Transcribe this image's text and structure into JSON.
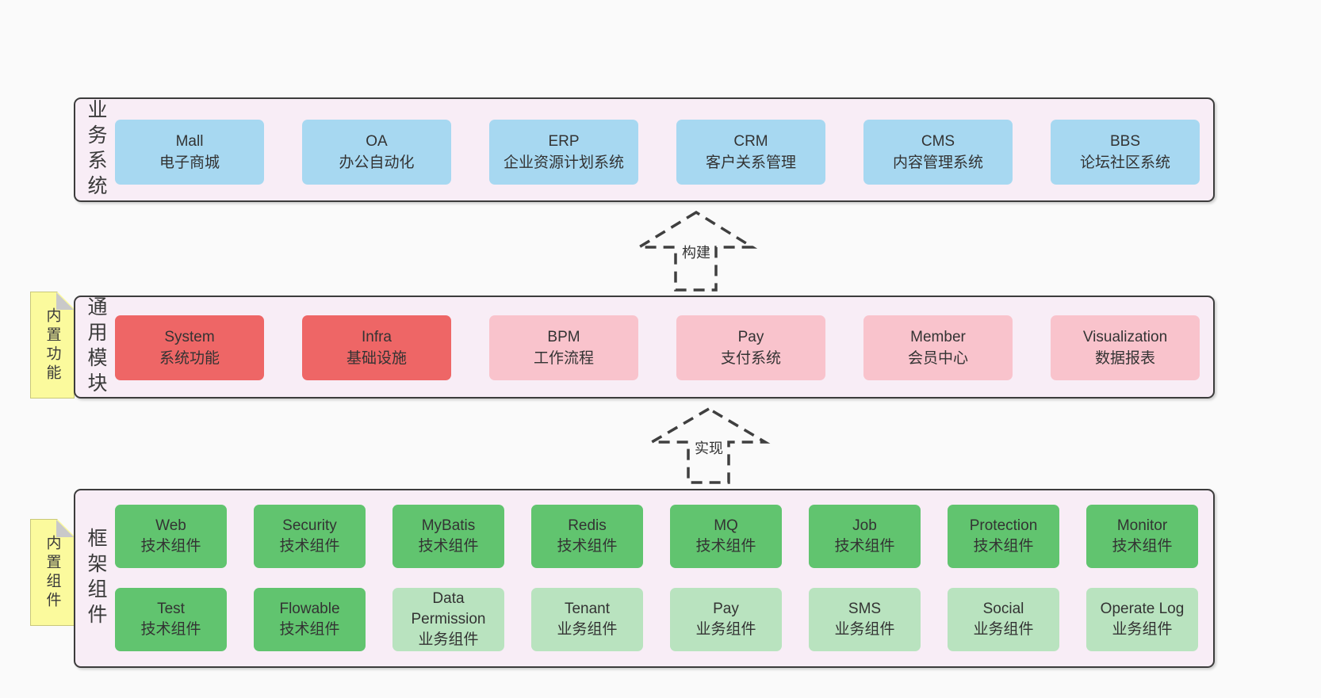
{
  "colors": {
    "page_bg": "#fafafa",
    "panel_fill": "#f8edf6",
    "panel_border": "#3c3c3c",
    "box_blue": "#a7d8f1",
    "box_red": "#ee6666",
    "box_pink": "#f9c3cc",
    "box_green_dark": "#61c46f",
    "box_green_light": "#b9e3bf",
    "note_yellow": "#fbfa9d",
    "note_fold_gray": "#c9c9c9",
    "text": "#333333"
  },
  "sections": {
    "business": {
      "label": "业务系统",
      "items": [
        {
          "name": "Mall",
          "desc": "电子商城",
          "variant": "blue"
        },
        {
          "name": "OA",
          "desc": "办公自动化",
          "variant": "blue"
        },
        {
          "name": "ERP",
          "desc": "企业资源计划系统",
          "variant": "blue"
        },
        {
          "name": "CRM",
          "desc": "客户关系管理",
          "variant": "blue"
        },
        {
          "name": "CMS",
          "desc": "内容管理系统",
          "variant": "blue"
        },
        {
          "name": "BBS",
          "desc": "论坛社区系统",
          "variant": "blue"
        }
      ]
    },
    "modules": {
      "label": "通用模块",
      "note": "内置功能",
      "items": [
        {
          "name": "System",
          "desc": "系统功能",
          "variant": "red"
        },
        {
          "name": "Infra",
          "desc": "基础设施",
          "variant": "red"
        },
        {
          "name": "BPM",
          "desc": "工作流程",
          "variant": "pink"
        },
        {
          "name": "Pay",
          "desc": "支付系统",
          "variant": "pink"
        },
        {
          "name": "Member",
          "desc": "会员中心",
          "variant": "pink"
        },
        {
          "name": "Visualization",
          "desc": "数据报表",
          "variant": "pink"
        }
      ]
    },
    "framework": {
      "label": "框架组件",
      "note": "内置组件",
      "row1": [
        {
          "name": "Web",
          "desc": "技术组件",
          "variant": "green"
        },
        {
          "name": "Security",
          "desc": "技术组件",
          "variant": "green"
        },
        {
          "name": "MyBatis",
          "desc": "技术组件",
          "variant": "green"
        },
        {
          "name": "Redis",
          "desc": "技术组件",
          "variant": "green"
        },
        {
          "name": "MQ",
          "desc": "技术组件",
          "variant": "green"
        },
        {
          "name": "Job",
          "desc": "技术组件",
          "variant": "green"
        },
        {
          "name": "Protection",
          "desc": "技术组件",
          "variant": "green"
        },
        {
          "name": "Monitor",
          "desc": "技术组件",
          "variant": "green"
        }
      ],
      "row2": [
        {
          "name": "Test",
          "desc": "技术组件",
          "variant": "green"
        },
        {
          "name": "Flowable",
          "desc": "技术组件",
          "variant": "green"
        },
        {
          "name": "Data Permission",
          "desc": "业务组件",
          "variant": "lgreen"
        },
        {
          "name": "Tenant",
          "desc": "业务组件",
          "variant": "lgreen"
        },
        {
          "name": "Pay",
          "desc": "业务组件",
          "variant": "lgreen"
        },
        {
          "name": "SMS",
          "desc": "业务组件",
          "variant": "lgreen"
        },
        {
          "name": "Social",
          "desc": "业务组件",
          "variant": "lgreen"
        },
        {
          "name": "Operate Log",
          "desc": "业务组件",
          "variant": "lgreen"
        }
      ]
    }
  },
  "arrows": {
    "build": {
      "label": "构建"
    },
    "implement": {
      "label": "实现"
    }
  }
}
